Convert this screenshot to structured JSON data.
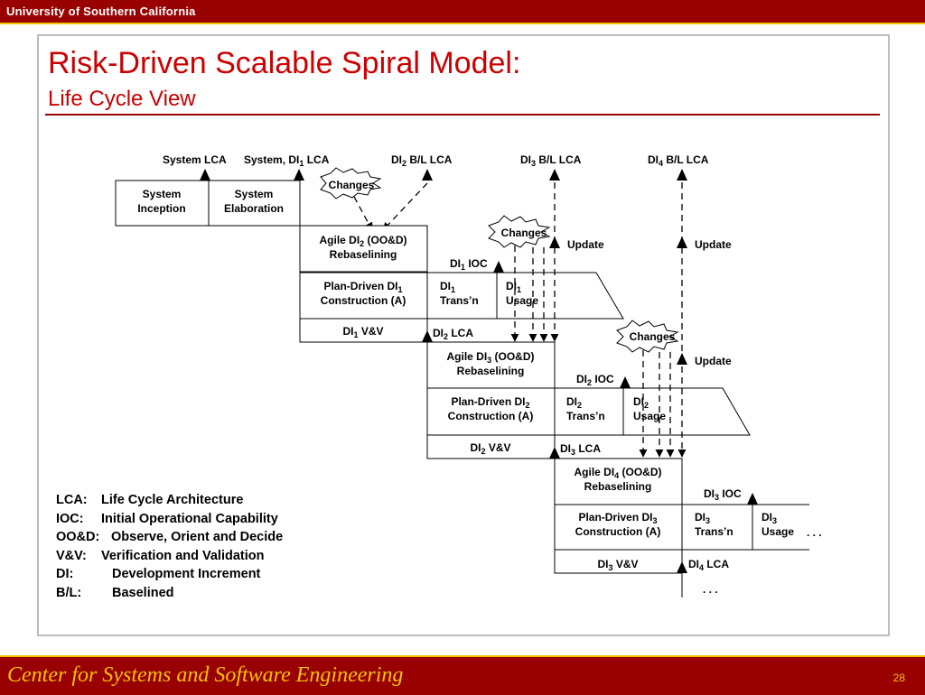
{
  "header": {
    "university": "University of Southern California"
  },
  "slide": {
    "title": "Risk-Driven Scalable Spiral Model:",
    "subtitle": "Life Cycle View"
  },
  "milestones": {
    "system_lca": "System LCA",
    "system_di1_lca": {
      "pre": "System, DI",
      "sub": "1",
      "post": " LCA"
    },
    "di2_bl_lca": {
      "pre": "DI",
      "sub": "2",
      "post": " B/L LCA"
    },
    "di3_bl_lca": {
      "pre": "DI",
      "sub": "3",
      "post": " B/L LCA"
    },
    "di4_bl_lca": {
      "pre": "DI",
      "sub": "4",
      "post": " B/L LCA"
    }
  },
  "labels": {
    "changes": "Changes",
    "update": "Update",
    "ellipsis": ". . ."
  },
  "boxes": {
    "system_inception": [
      "System",
      "Inception"
    ],
    "system_elaboration": [
      "System",
      "Elaboration"
    ],
    "agile_di2": {
      "line1_pre": "Agile DI",
      "sub": "2",
      "line1_post": " (OO&D)",
      "line2": "Rebaselining"
    },
    "agile_di3": {
      "line1_pre": "Agile DI",
      "sub": "3",
      "line1_post": " (OO&D)",
      "line2": "Rebaselining"
    },
    "agile_di4": {
      "line1_pre": "Agile DI",
      "sub": "4",
      "line1_post": " (OO&D)",
      "line2": "Rebaselining"
    },
    "plan_di1": {
      "line1_pre": "Plan-Driven DI",
      "sub": "1",
      "line2": "Construction (A)"
    },
    "plan_di2": {
      "line1_pre": "Plan-Driven DI",
      "sub": "2",
      "line2": "Construction (A)"
    },
    "plan_di3": {
      "line1_pre": "Plan-Driven DI",
      "sub": "3",
      "line2": "Construction (A)"
    },
    "trans_word": "Trans’n",
    "usage_word": "Usage",
    "di_prefix": "DI",
    "vv_suffix": " V&V",
    "ioc_suffix": " IOC",
    "lca_suffix": " LCA"
  },
  "legend": [
    {
      "term": "LCA:",
      "desc": "Life Cycle Architecture"
    },
    {
      "term": "IOC:",
      "desc": "Initial Operational Capability"
    },
    {
      "term": "OO&D:",
      "desc": "Observe, Orient and Decide"
    },
    {
      "term": "V&V:",
      "desc": "Verification and Validation"
    },
    {
      "term": "DI:",
      "desc": "Development Increment"
    },
    {
      "term": "B/L:",
      "desc": "Baselined"
    }
  ],
  "footer": {
    "center_name": "Center for Systems and Software Engineering",
    "page_number": "28"
  }
}
